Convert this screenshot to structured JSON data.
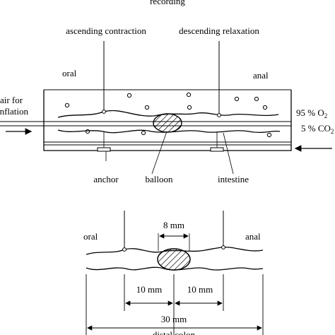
{
  "top": {
    "recording": "recording",
    "ascending_contraction": "ascending contraction",
    "descending_relaxation": "descending relaxation",
    "oral": "oral",
    "anal": "anal",
    "air_for": "air for",
    "inflation": "inflation",
    "o2_label": "95 % O",
    "o2_sub": "2",
    "co2_label": "5 % CO",
    "co2_sub": "2",
    "anchor": "anchor",
    "balloon": "balloon",
    "intestine": "intestine"
  },
  "bottom": {
    "oral": "oral",
    "anal": "anal",
    "dim_balloon": "8 mm",
    "dim_left": "10 mm",
    "dim_right": "10 mm",
    "dim_total": "30 mm",
    "caption": "distal colon"
  }
}
